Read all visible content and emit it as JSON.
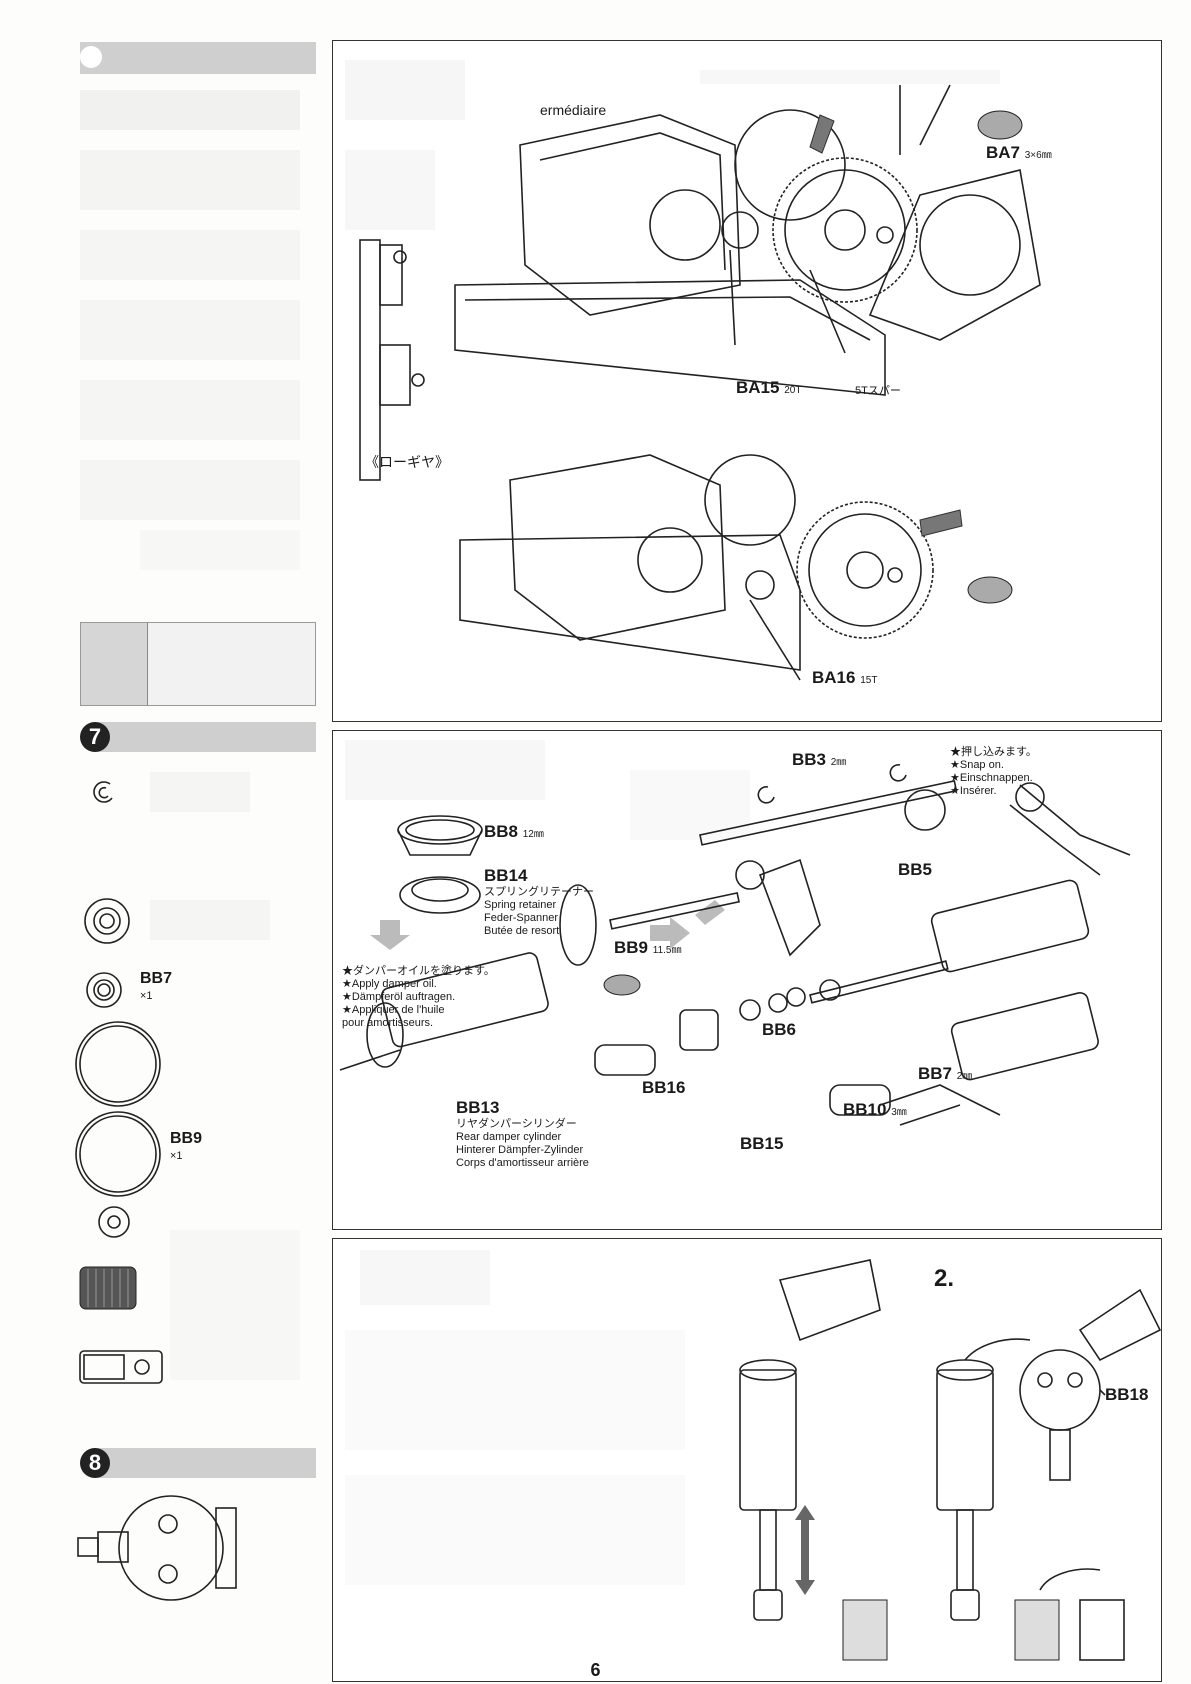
{
  "page_number": "6",
  "sidebar": {
    "step7": {
      "number": "7"
    },
    "step8": {
      "number": "8"
    },
    "parts": [
      {
        "code": "BB7",
        "qty": "×1"
      },
      {
        "code": "BB9",
        "qty": "×1"
      }
    ]
  },
  "panel1": {
    "intermediate_fragment": "ermédiaire",
    "low_gear_title": "《ローギヤ》",
    "ba7": {
      "code": "BA7",
      "size": "3×6㎜"
    },
    "ba15": {
      "code": "BA15",
      "teeth": "20T"
    },
    "spur": "5Tスパー",
    "ba16": {
      "code": "BA16",
      "teeth": "15T"
    }
  },
  "panel2": {
    "bb3": {
      "code": "BB3",
      "size": "2㎜"
    },
    "snap_notes": [
      "★押し込みます。",
      "★Snap on.",
      "★Einschnappen.",
      "★Insérer."
    ],
    "bb5": "BB5",
    "bb8": {
      "code": "BB8",
      "size": "12㎜"
    },
    "bb14": {
      "code": "BB14",
      "lines": [
        "スプリングリテーナー",
        "Spring retainer",
        "Feder-Spanner",
        "Butée de resort"
      ]
    },
    "bb9": {
      "code": "BB9",
      "size": "11.5㎜"
    },
    "oil_notes": [
      "★ダンパーオイルを塗ります。",
      "★Apply damper oil.",
      "★Dämpferöl auftragen.",
      "★Appliquer de l'huile",
      "pour amortisseurs."
    ],
    "bb6": "BB6",
    "bb7": {
      "code": "BB7",
      "size": "2㎜"
    },
    "bb16": "BB16",
    "bb10": {
      "code": "BB10",
      "size": "3㎜"
    },
    "bb15": "BB15",
    "bb13": {
      "code": "BB13",
      "lines": [
        "リヤダンパーシリンダー",
        "Rear damper cylinder",
        "Hinterer Dämpfer-Zylinder",
        "Corps d'amortisseur arrière"
      ]
    }
  },
  "panel3": {
    "step_label": "2.",
    "bb18": "BB18"
  }
}
